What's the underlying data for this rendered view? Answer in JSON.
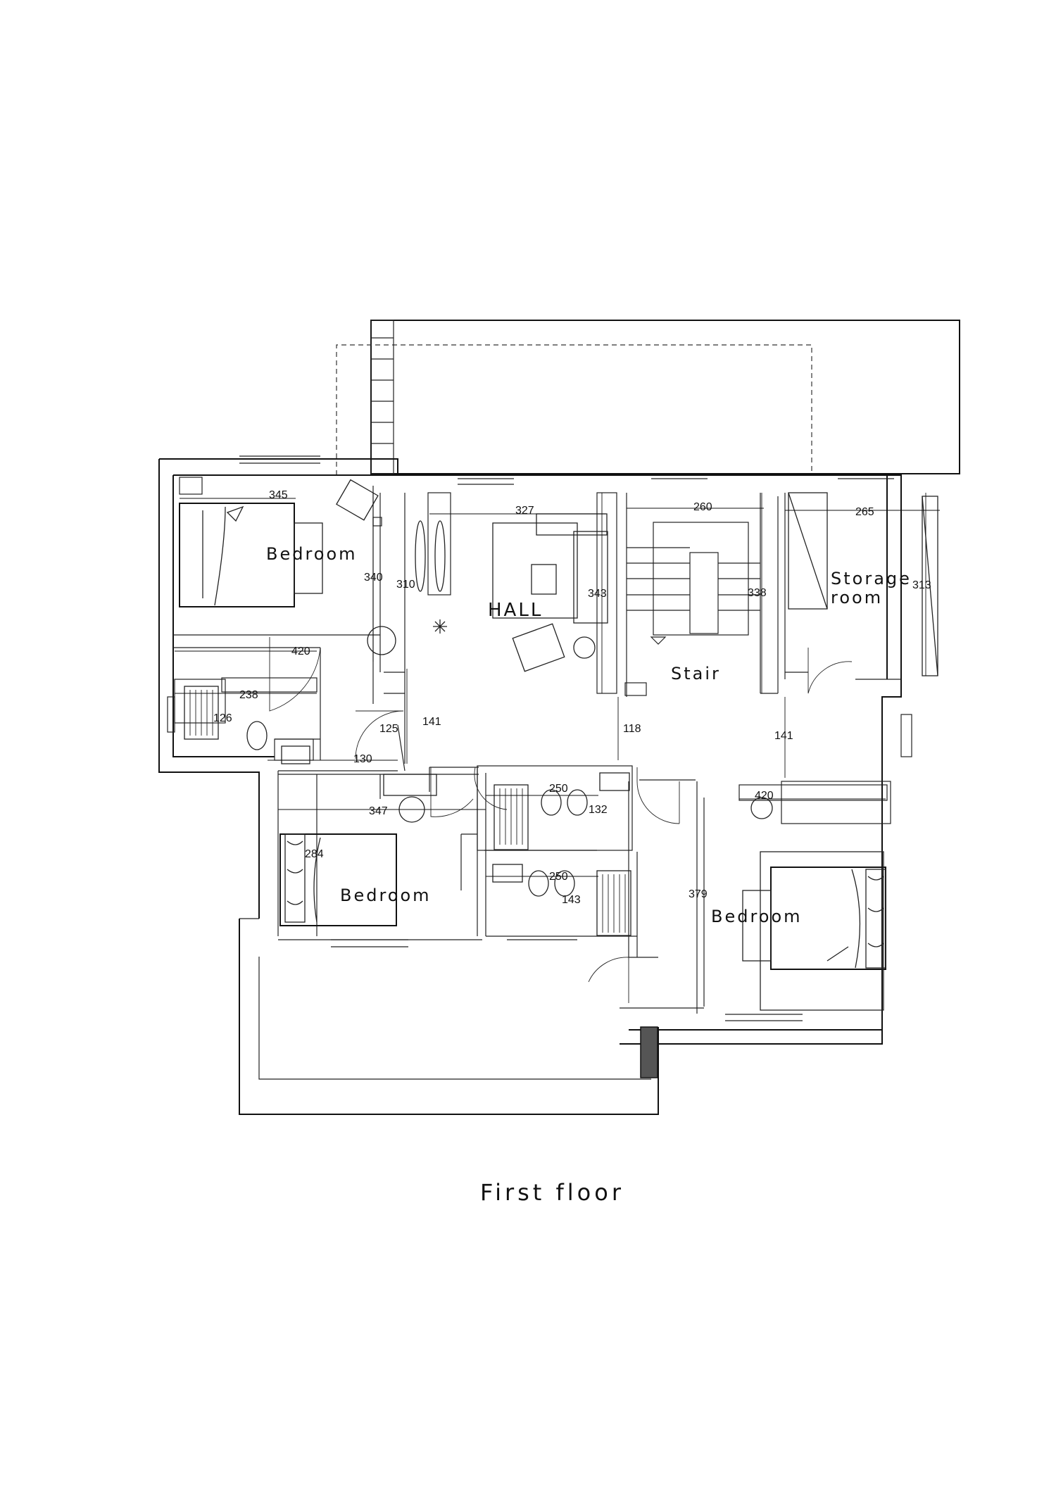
{
  "title": "First floor",
  "rooms": {
    "bedroom_nw": "Bedroom",
    "hall": "HALL",
    "storage_line1": "Storage",
    "storage_line2": "room",
    "stair": "Stair",
    "bedroom_sw": "Bedroom",
    "bedroom_se": "Bedroom"
  },
  "dimensions": {
    "d345": "345",
    "d327": "327",
    "d260": "260",
    "d265": "265",
    "d340": "340",
    "d310": "310",
    "d343": "343",
    "d338": "338",
    "d313": "313",
    "d420a": "420",
    "d238": "238",
    "d126": "126",
    "d125": "125",
    "d141a": "141",
    "d118": "118",
    "d141b": "141",
    "d130": "130",
    "d250a": "250",
    "d132": "132",
    "d420b": "420",
    "d347": "347",
    "d284": "284",
    "d250b": "250",
    "d143": "143",
    "d379": "379"
  }
}
